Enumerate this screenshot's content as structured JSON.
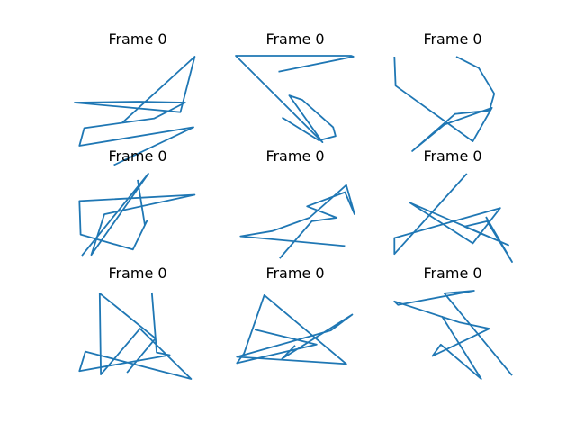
{
  "figure": {
    "line_color": "#1f77b4",
    "background": "#ffffff"
  },
  "chart_data": [
    {
      "type": "line",
      "title": "Frame 0",
      "axes_visible": false,
      "xlim": [
        0,
        1
      ],
      "ylim": [
        0,
        1
      ],
      "points": [
        [
          0.37,
          0.25
        ],
        [
          0.98,
          1.0
        ],
        [
          0.86,
          0.37
        ],
        [
          -0.03,
          0.48
        ],
        [
          0.51,
          0.49
        ],
        [
          0.9,
          0.48
        ],
        [
          0.64,
          0.3
        ],
        [
          0.05,
          0.19
        ],
        [
          0.01,
          -0.01
        ],
        [
          0.97,
          0.2
        ],
        [
          0.3,
          -0.23
        ]
      ]
    },
    {
      "type": "line",
      "title": "Frame 0",
      "axes_visible": false,
      "xlim": [
        0,
        1
      ],
      "ylim": [
        0,
        1
      ],
      "points": [
        [
          0.36,
          0.83
        ],
        [
          0.99,
          1.0
        ],
        [
          0.97,
          1.01
        ],
        [
          0.0,
          1.01
        ],
        [
          0.73,
          0.03
        ],
        [
          0.45,
          0.56
        ],
        [
          0.56,
          0.51
        ],
        [
          0.82,
          0.2
        ],
        [
          0.84,
          0.1
        ],
        [
          0.7,
          0.05
        ],
        [
          0.39,
          0.31
        ]
      ]
    },
    {
      "type": "line",
      "title": "Frame 0",
      "axes_visible": false,
      "xlim": [
        0,
        1
      ],
      "ylim": [
        0,
        1
      ],
      "points": [
        [
          0.53,
          1.0
        ],
        [
          0.72,
          0.87
        ],
        [
          0.85,
          0.58
        ],
        [
          0.81,
          0.39
        ],
        [
          0.52,
          0.35
        ],
        [
          0.16,
          -0.07
        ],
        [
          0.43,
          0.23
        ],
        [
          0.83,
          0.42
        ],
        [
          0.67,
          0.04
        ],
        [
          0.02,
          0.67
        ],
        [
          0.01,
          1.0
        ]
      ]
    },
    {
      "type": "line",
      "title": "Frame 0",
      "axes_visible": false,
      "xlim": [
        0,
        1
      ],
      "ylim": [
        0,
        1
      ],
      "points": [
        [
          0.5,
          0.93
        ],
        [
          0.56,
          0.42
        ],
        [
          0.58,
          0.47
        ],
        [
          0.46,
          0.14
        ],
        [
          0.02,
          0.31
        ],
        [
          0.01,
          0.69
        ],
        [
          0.98,
          0.76
        ],
        [
          0.22,
          0.54
        ],
        [
          0.11,
          0.08
        ],
        [
          0.59,
          1.0
        ],
        [
          0.03,
          0.07
        ]
      ]
    },
    {
      "type": "line",
      "title": "Frame 0",
      "axes_visible": false,
      "xlim": [
        0,
        1
      ],
      "ylim": [
        0,
        1
      ],
      "points": [
        [
          0.37,
          0.04
        ],
        [
          0.64,
          0.46
        ],
        [
          0.85,
          0.5
        ],
        [
          0.6,
          0.63
        ],
        [
          0.92,
          0.79
        ],
        [
          1.0,
          0.54
        ],
        [
          0.93,
          0.87
        ],
        [
          0.62,
          0.5
        ],
        [
          0.31,
          0.35
        ],
        [
          0.04,
          0.29
        ],
        [
          0.92,
          0.18
        ]
      ]
    },
    {
      "type": "line",
      "title": "Frame 0",
      "axes_visible": false,
      "xlim": [
        0,
        1
      ],
      "ylim": [
        0,
        1
      ],
      "points": [
        [
          0.62,
          1.0
        ],
        [
          0.01,
          0.09
        ],
        [
          0.01,
          0.27
        ],
        [
          0.9,
          0.61
        ],
        [
          0.67,
          0.21
        ],
        [
          0.14,
          0.67
        ],
        [
          0.97,
          0.19
        ],
        [
          0.6,
          0.4
        ],
        [
          0.79,
          0.46
        ],
        [
          1.0,
          0.0
        ],
        [
          0.78,
          0.51
        ]
      ]
    },
    {
      "type": "line",
      "title": "Frame 0",
      "axes_visible": false,
      "xlim": [
        0,
        1
      ],
      "ylim": [
        0,
        1
      ],
      "points": [
        [
          0.62,
          0.98
        ],
        [
          0.66,
          0.3
        ],
        [
          0.77,
          0.27
        ],
        [
          0.01,
          0.09
        ],
        [
          0.06,
          0.31
        ],
        [
          0.95,
          0.0
        ],
        [
          0.52,
          0.57
        ],
        [
          0.19,
          0.05
        ],
        [
          0.18,
          0.97
        ],
        [
          0.65,
          0.46
        ],
        [
          0.41,
          0.07
        ]
      ]
    },
    {
      "type": "line",
      "title": "Frame 0",
      "axes_visible": false,
      "xlim": [
        0,
        1
      ],
      "ylim": [
        0,
        1
      ],
      "points": [
        [
          0.16,
          0.56
        ],
        [
          0.68,
          0.39
        ],
        [
          0.01,
          0.18
        ],
        [
          0.07,
          0.29
        ],
        [
          0.24,
          0.95
        ],
        [
          0.93,
          0.17
        ],
        [
          0.01,
          0.25
        ],
        [
          0.8,
          0.55
        ],
        [
          0.98,
          0.73
        ],
        [
          0.39,
          0.23
        ],
        [
          0.5,
          0.38
        ]
      ]
    },
    {
      "type": "line",
      "title": "Frame 0",
      "axes_visible": false,
      "xlim": [
        0,
        1
      ],
      "ylim": [
        0,
        1
      ],
      "points": [
        [
          0.41,
          0.71
        ],
        [
          0.74,
          0.0
        ],
        [
          0.4,
          0.39
        ],
        [
          0.33,
          0.26
        ],
        [
          0.81,
          0.57
        ],
        [
          0.56,
          0.64
        ],
        [
          0.01,
          0.88
        ],
        [
          0.04,
          0.84
        ],
        [
          0.68,
          1.0
        ],
        [
          0.43,
          0.97
        ],
        [
          1.0,
          0.04
        ]
      ]
    }
  ]
}
